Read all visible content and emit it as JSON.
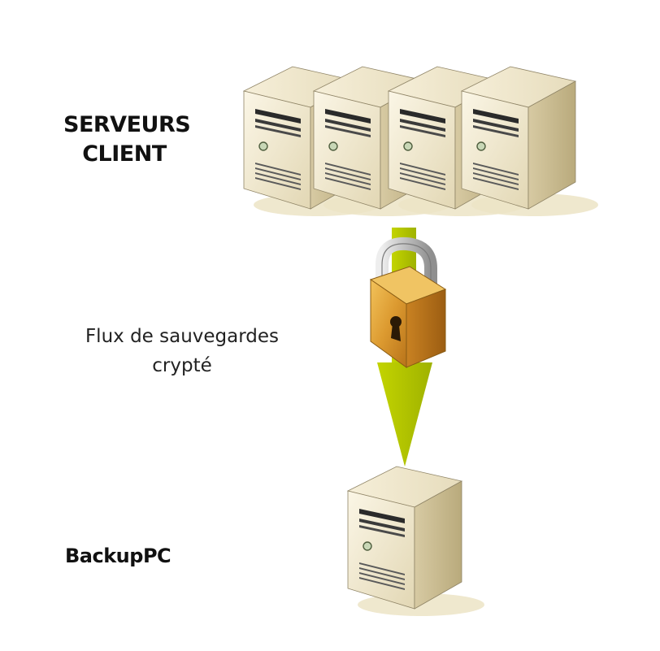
{
  "labels": {
    "client_servers_line1": "SERVEURS",
    "client_servers_line2": "CLIENT",
    "flow_line1": "Flux de sauvegardes",
    "flow_line2": "crypté",
    "backup_server": "BackupPC"
  },
  "icons": {
    "client_servers": "server-tower-icon",
    "backup_server": "server-tower-icon",
    "lock": "padlock-icon",
    "arrow": "arrow-down-icon"
  },
  "colors": {
    "arrow_green": "#b5c800",
    "server_body": "#efe7cf",
    "server_side": "#cfc29a",
    "server_shadow": "#ece3c7",
    "lock_gold": "#e0a33a",
    "lock_shackle": "#c7c7c7"
  }
}
